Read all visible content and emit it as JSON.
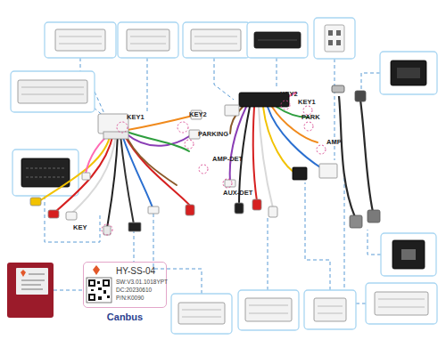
{
  "diagram": {
    "nodes": [
      {
        "text": [
          "HY-SS-04",
          "SW:V3.01.1018YPT",
          "DC:20230610",
          "P/N:K0090",
          "Canbus"
        ]
      }
    ],
    "labels": [
      "KEY1",
      "KEY2",
      "KEY2",
      "KEY1",
      "PARK",
      "PARKING",
      "AMP",
      "AMP-DET",
      "AUX-DET",
      "KEY"
    ]
  }
}
